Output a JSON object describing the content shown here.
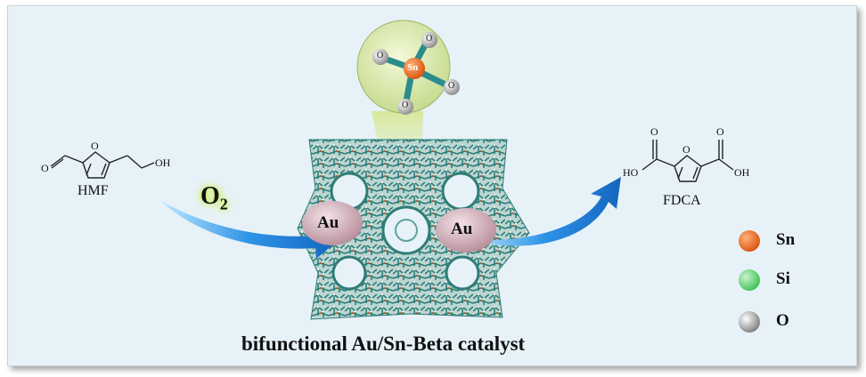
{
  "reactant": {
    "name": "HMF",
    "atoms": {
      "ring_o": "O",
      "aldehyde_o": "O",
      "hydroxyl": "OH"
    }
  },
  "product": {
    "name": "FDCA",
    "atoms": {
      "ring_o": "O",
      "left_o": "O",
      "left_oh": "HO",
      "right_o": "O",
      "right_oh": "OH"
    }
  },
  "oxidant": {
    "label": "O",
    "subscript": "2"
  },
  "catalyst": {
    "caption": "bifunctional Au/Sn-Beta catalyst",
    "site_left": "Au",
    "site_right": "Au"
  },
  "tin_site": {
    "center": "Sn",
    "ligands": [
      "O",
      "O",
      "O",
      "O"
    ]
  },
  "legend": [
    {
      "label": "Sn",
      "color": "#e0601a"
    },
    {
      "label": "Si",
      "color": "#5fd36a"
    },
    {
      "label": "O",
      "color": "#a8a8a8"
    }
  ],
  "colors": {
    "background": "#e7f2f8",
    "arrow": "#1e7fd8",
    "framework": "#3d8c84",
    "au_particle": "#c79aa6",
    "zoom_beam": "#d6e890"
  }
}
